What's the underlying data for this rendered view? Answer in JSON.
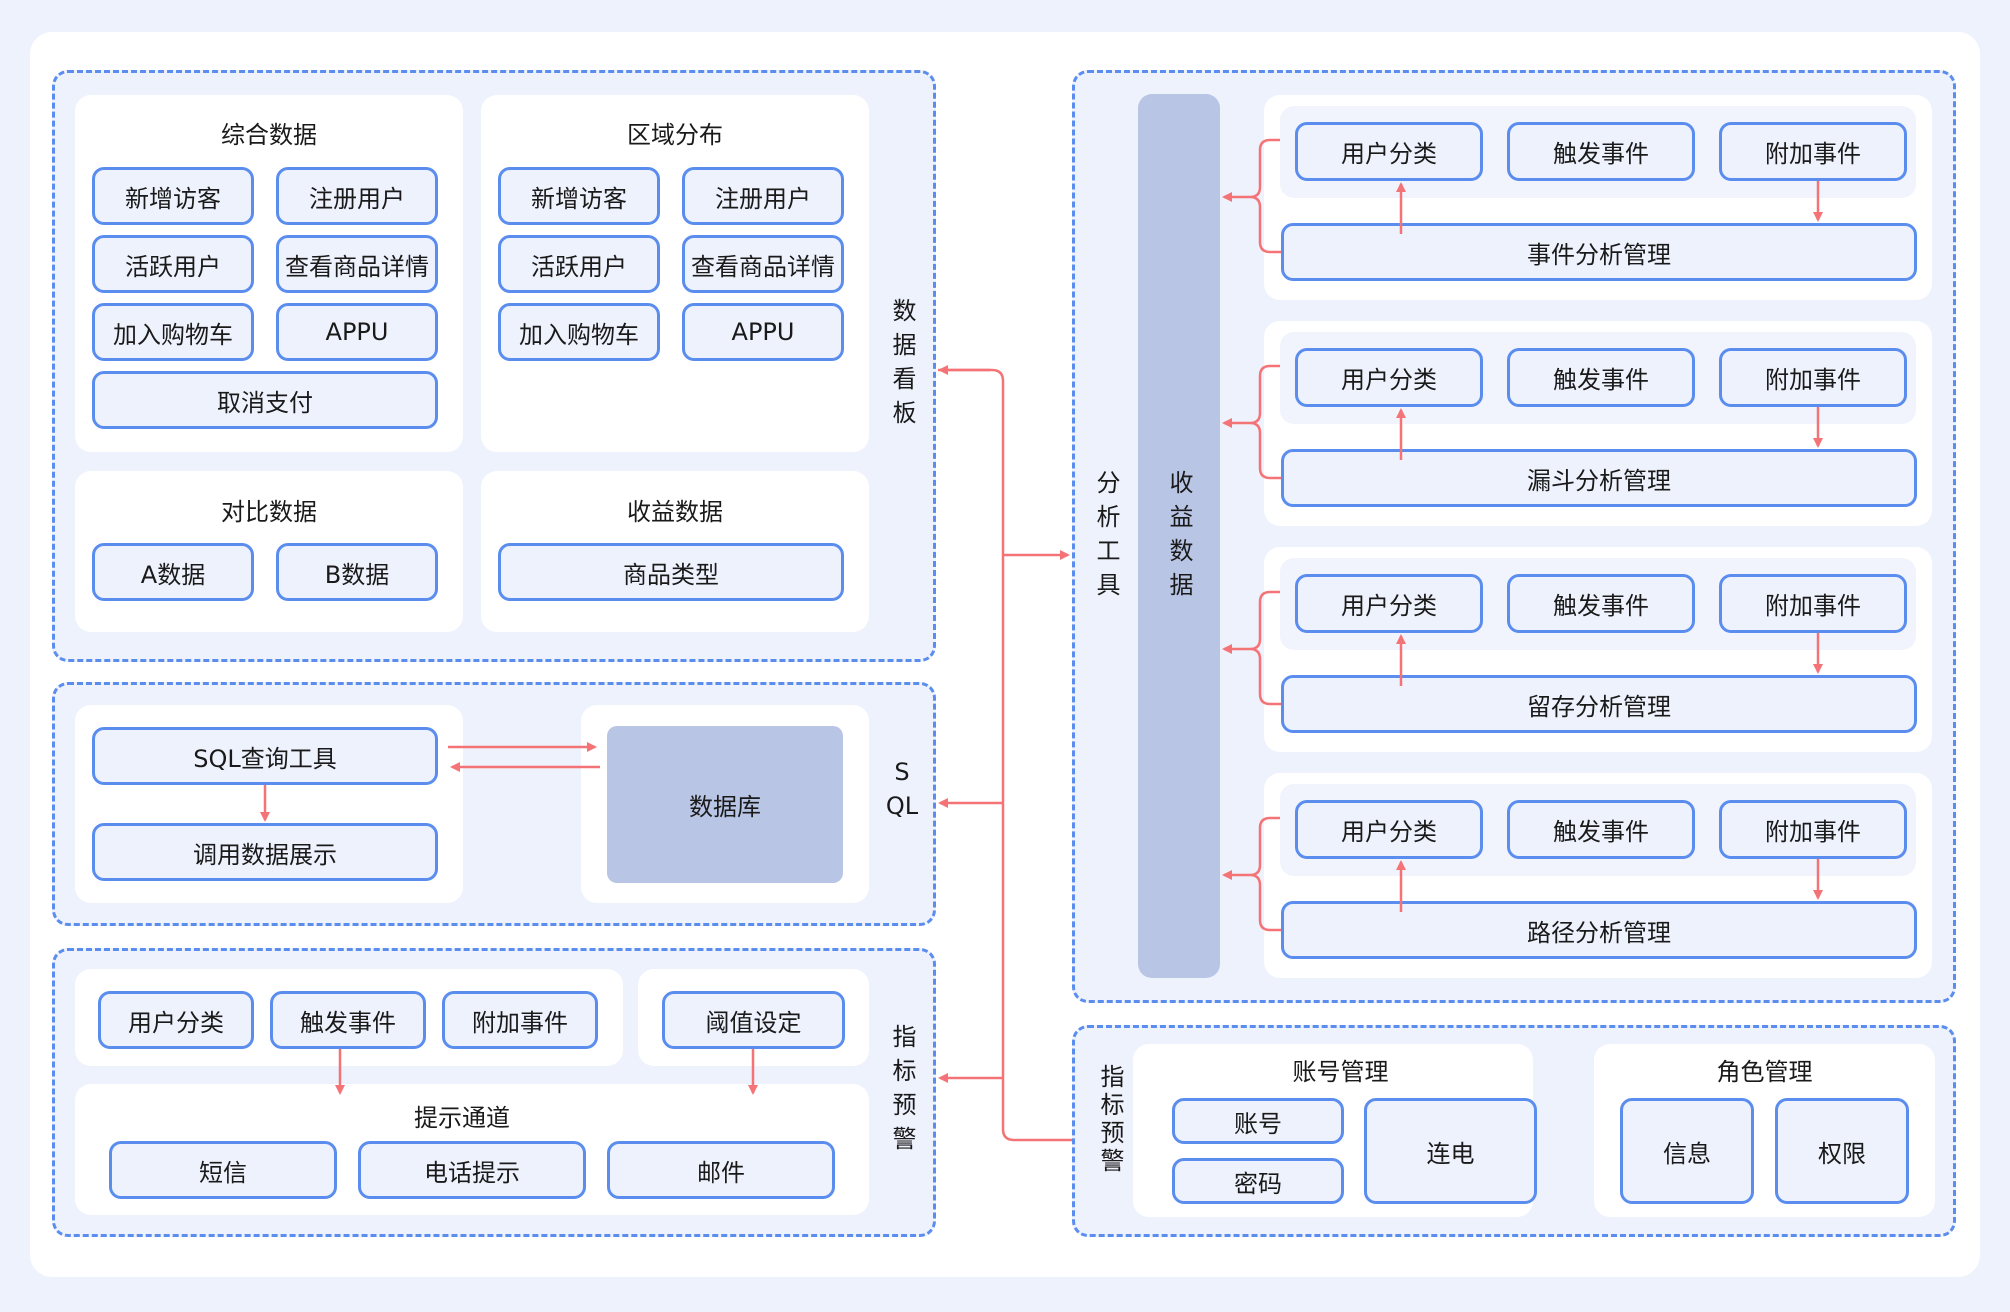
{
  "colors": {
    "accent_border": "#5b8def",
    "arrow": "#f47376",
    "bar_fill": "#b9c5e5",
    "panel_bg": "#eef2fd"
  },
  "dashboard": {
    "label": "数据看板",
    "comprehensive": {
      "title": "综合数据",
      "items": [
        "新增访客",
        "注册用户",
        "活跃用户",
        "查看商品详情",
        "加入购物车",
        "APPU",
        "取消支付"
      ]
    },
    "region": {
      "title": "区域分布",
      "items": [
        "新增访客",
        "注册用户",
        "活跃用户",
        "查看商品详情",
        "加入购物车",
        "APPU"
      ]
    },
    "compare": {
      "title": "对比数据",
      "items": [
        "A数据",
        "B数据"
      ]
    },
    "revenue": {
      "title": "收益数据",
      "items": [
        "商品类型"
      ]
    }
  },
  "sql": {
    "label": "SQL",
    "query_tool": "SQL查询工具",
    "display": "调用数据展示",
    "database": "数据库"
  },
  "alert": {
    "label": "指标预警",
    "items": [
      "用户分类",
      "触发事件",
      "附加事件"
    ],
    "threshold": "阈值设定",
    "channel_title": "提示通道",
    "channels": [
      "短信",
      "电话提示",
      "邮件"
    ]
  },
  "analysis": {
    "label": "分析工具",
    "bar_label": "收益数据",
    "groups": [
      {
        "items": [
          "用户分类",
          "触发事件",
          "附加事件"
        ],
        "manager": "事件分析管理"
      },
      {
        "items": [
          "用户分类",
          "触发事件",
          "附加事件"
        ],
        "manager": "漏斗分析管理"
      },
      {
        "items": [
          "用户分类",
          "触发事件",
          "附加事件"
        ],
        "manager": "留存分析管理"
      },
      {
        "items": [
          "用户分类",
          "触发事件",
          "附加事件"
        ],
        "manager": "路径分析管理"
      }
    ]
  },
  "admin": {
    "label": "指标预警",
    "account": {
      "title": "账号管理",
      "items": [
        "账号",
        "密码",
        "连电"
      ]
    },
    "role": {
      "title": "角色管理",
      "items": [
        "信息",
        "权限"
      ]
    }
  }
}
